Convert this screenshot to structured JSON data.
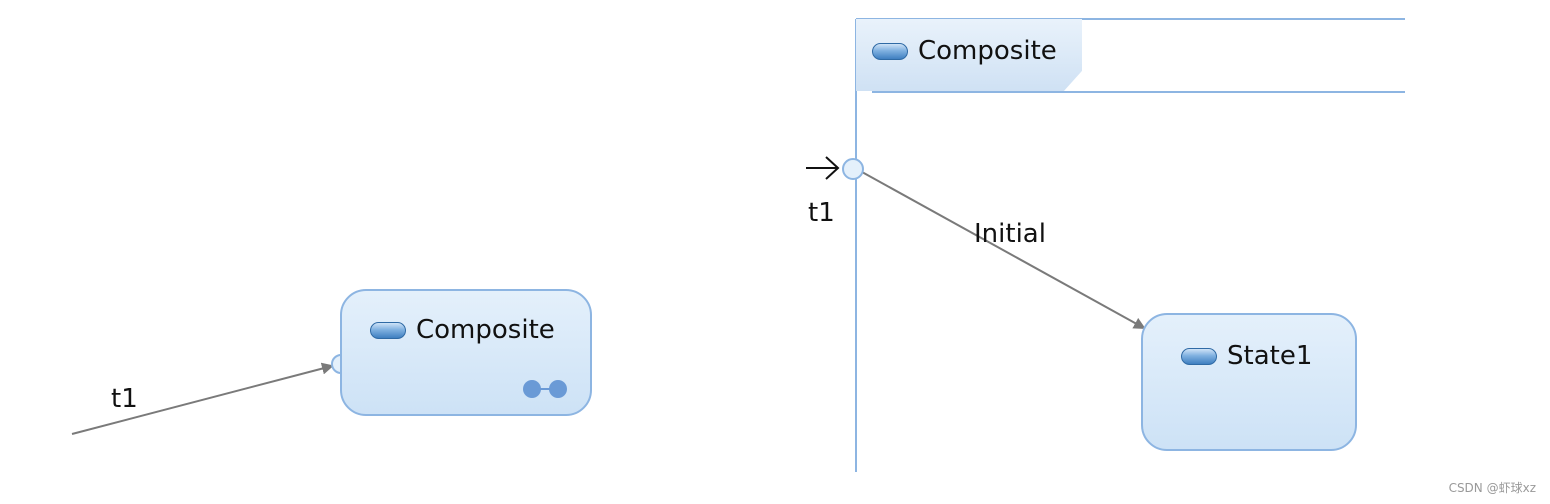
{
  "left_diagram": {
    "composite_label": "Composite",
    "transition_label": "t1"
  },
  "right_diagram": {
    "frame_title": "Composite",
    "entry_label": "t1",
    "transition_label": "Initial",
    "state_label": "State1"
  },
  "icons": {
    "state": "state-capsule-icon",
    "submachine": "connector-icon",
    "entry_arrow": "arrow-right-icon"
  },
  "colors": {
    "state_border": "#8db5e2",
    "state_fill_top": "#e4f0fb",
    "state_fill_bottom": "#cde2f6",
    "frame_line": "#8db5e2",
    "edge": "#7a7a7a"
  },
  "watermark": "CSDN @虾球xz"
}
